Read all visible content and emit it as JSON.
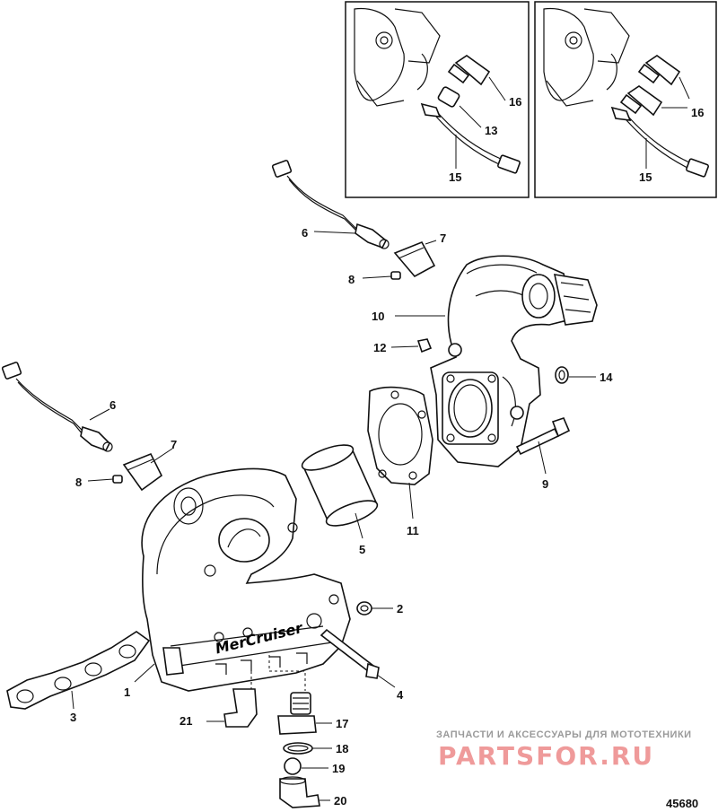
{
  "labels": {
    "l1": "1",
    "l2": "2",
    "l3": "3",
    "l4": "4",
    "l5": "5",
    "l6a": "6",
    "l6b": "6",
    "l7a": "7",
    "l7b": "7",
    "l8a": "8",
    "l8b": "8",
    "l9": "9",
    "l10": "10",
    "l11": "11",
    "l12": "12",
    "l13": "13",
    "l14": "14",
    "l15a": "15",
    "l15b": "15",
    "l16a": "16",
    "l16b": "16",
    "l17": "17",
    "l18": "18",
    "l19": "19",
    "l20": "20",
    "l21": "21"
  },
  "brand_text": "MerCruiser",
  "figure_number": "45680",
  "watermark": {
    "line1": "ЗАПЧАСТИ И АКСЕССУАРЫ ДЛЯ МОТОТЕХНИКИ",
    "line2": "PARTSFOR.RU"
  },
  "colors": {
    "ink": "#111111",
    "watermark_red": "#ef9a9a",
    "watermark_grey": "#9a9a9a"
  }
}
